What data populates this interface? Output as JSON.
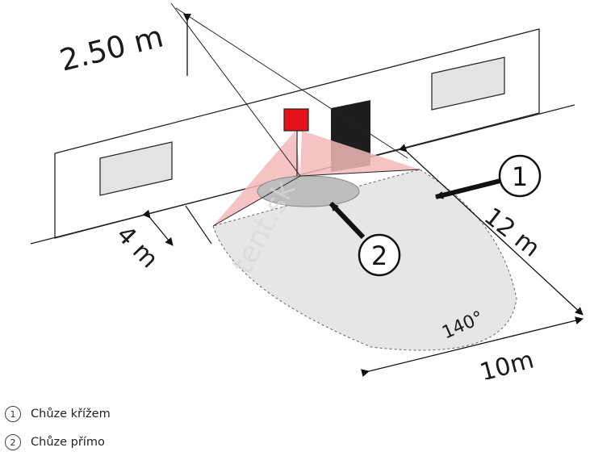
{
  "dimensions": {
    "height": "2.50 m",
    "side_range": "4 m",
    "front_range": "12 m",
    "width": "10m",
    "angle": "140°"
  },
  "markers": {
    "one": "1",
    "two": "2"
  },
  "watermark": "tent.sk",
  "legend": [
    {
      "number": "1",
      "label": "Chůze křížem"
    },
    {
      "number": "2",
      "label": "Chůze přímo"
    }
  ],
  "colors": {
    "sensor": "#e3131b",
    "door": "#1d1d1d",
    "beam": "#f2b8b8",
    "zone": "#e6e6e6",
    "window": "#e3e3e3"
  }
}
